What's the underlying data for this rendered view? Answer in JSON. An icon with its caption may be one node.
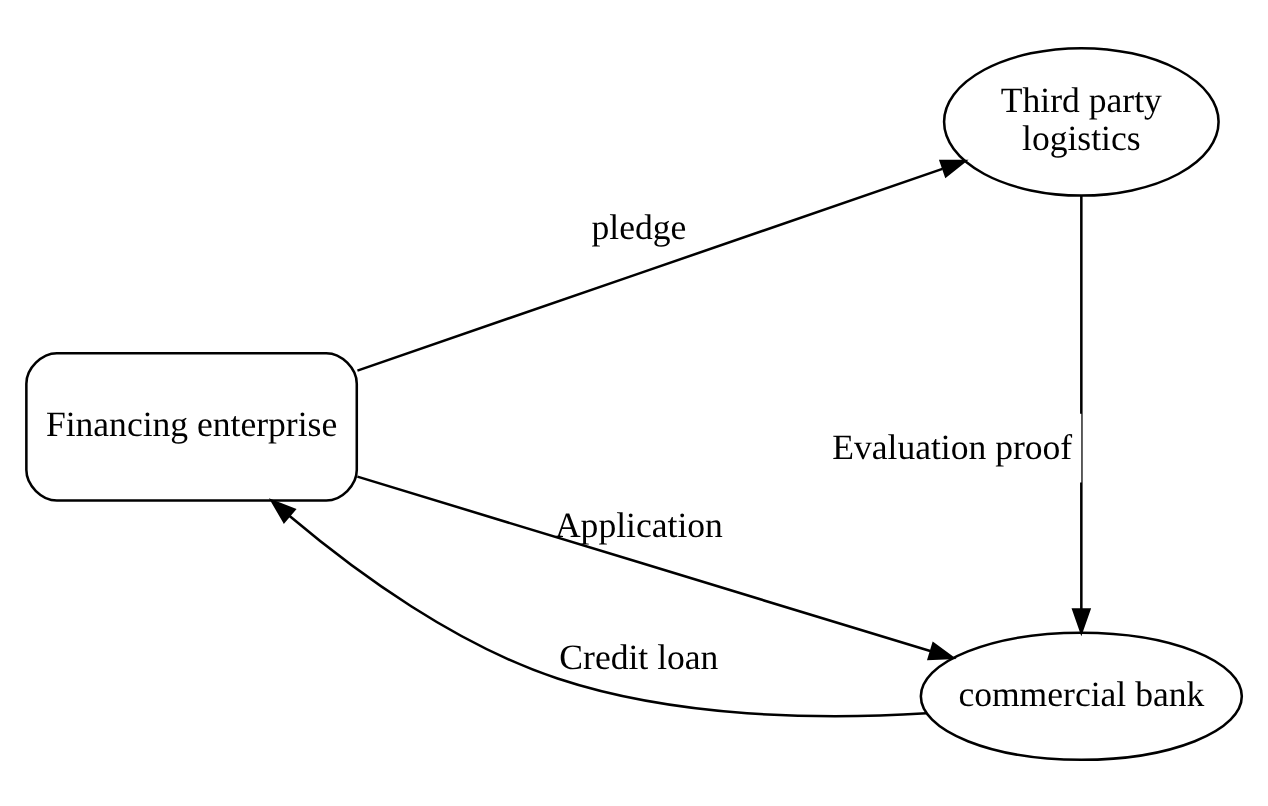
{
  "diagram": {
    "nodes": [
      {
        "text": [
          "Financing enterprise"
        ]
      },
      {
        "text": [
          "commercial bank"
        ]
      },
      {
        "text": [
          "Third party logistics"
        ]
      }
    ],
    "edges": [
      {
        "from": 0,
        "to": 1,
        "arrow": "to",
        "label": "Application"
      },
      {
        "from": 1,
        "to": 0,
        "arrow": "to",
        "label": "Credit loan"
      },
      {
        "from": 0,
        "to": 2,
        "arrow": "to",
        "label": "pledge"
      },
      {
        "from": 2,
        "to": 1,
        "arrow": "to",
        "label": "Evaluation proof"
      }
    ]
  }
}
